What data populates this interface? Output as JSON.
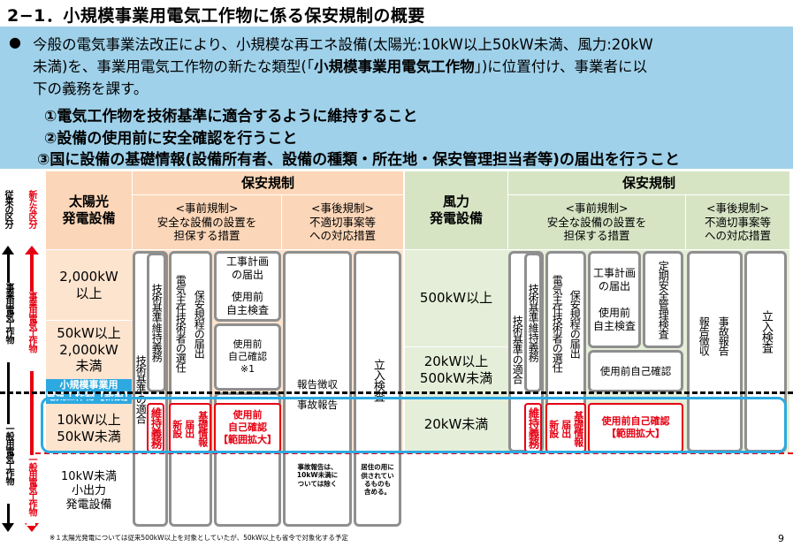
{
  "title": "2−1．小規模事業用電気工作物に係る保安規制の概要",
  "intro": {
    "bullet": "●",
    "line1": "今般の電気事業法改正により、小規模な再エネ設備(太陽光:10kW以上50kW未満、風力:20kW",
    "line2_a": "未満)を、事業用電気工作物の新たな類型(「",
    "line2_b": "小規模事業用電気工作物",
    "line2_c": "」)に位置付け、事業者に以",
    "line3": "下の義務を課す。",
    "obligations": [
      "①電気工作物を技術基準に適合するように維持すること",
      "②設備の使用前に安全確認を行うこと",
      "③国に設備の基礎情報(設備所有者、設備の種類・所在地・保安管理担当者等)の届出を行うこと"
    ]
  },
  "side": {
    "conventional": "従来の区分",
    "new": "新たな区分",
    "jigyo": "事業用電気工作物",
    "jigyo_red": "事業用電気工作物",
    "ippan": "一般用電気工作物",
    "ippan_red": "一般用電気工作物"
  },
  "solar": {
    "name": "太陽光\n発電設備",
    "hoan": "保安規制",
    "jizen": "<事前規制>\n安全な設備の設置を\n担保する措置",
    "jigo": "<事後規制>\n不適切事案等\nへの対応措置",
    "rows": [
      "2,000kW\n以上",
      "50kW以上\n2,000kW\n未満",
      "10kW以上\n50kW未満",
      "10kW未満\n小出力\n発電設備"
    ],
    "small_label": "小規模事業用\n電気工作物【新設】",
    "gijutsu_kijun": "技術基準維持義務",
    "gijutsu_kijun_low": "技術基準の適合",
    "denki_shunin": "電気主任技術者の選任",
    "hoan_kitei": "保安規程の届出",
    "koji_keikaku": "工事計画\nの届出",
    "shiyomae_jishu": "使用前\n自主検査",
    "shiyomae_jiko": "使用前\n自己確認\n※1",
    "hokoku": "報告徴収",
    "jiko_hokoku": "事故報告",
    "tachiiri": "立入検査",
    "iji_gimu": "維持義務",
    "shinsetsu": "新設",
    "todokede": "届出",
    "kiso_joho": "基礎情報",
    "shiyomae_red": "使用前\n自己確認\n【範囲拡大】",
    "jiko_note": "事故報告は、\n10kW未満に\nついては除く",
    "kyoju_note": "居住の用に\n供されてい\nるものも\n含める。"
  },
  "wind": {
    "name": "風力\n発電設備",
    "hoan": "保安規制",
    "jizen": "<事前規制>\n安全な設備の設置を\n担保する措置",
    "jigo": "<事後規制>\n不適切事案等\nへの対応措置",
    "rows": [
      "500kW以上",
      "20kW以上\n500kW未満",
      "20kW未満"
    ],
    "gijutsu_kijun": "技術基準の適合",
    "iji_gimu_top": "技術基準維持義務",
    "denki_shunin": "電気主任技術者の選任",
    "hoan_kitei": "保安規程の届出",
    "koji": "工事計画\nの届出\n\n使用前\n自主検査",
    "teiki": "定期安全管理検査",
    "shiyomae_jiko": "使用前自己確認",
    "hokoku": "報告徴収",
    "jiko_hokoku": "事故報告",
    "tachiiri": "立入検査",
    "iji_gimu": "維持義務",
    "shinsetsu": "新設",
    "todokede": "届出",
    "kiso_joho": "基礎情報",
    "shiyomae_red": "使用前自己確認\n【範囲拡大】"
  },
  "footnote": "※１太陽光発電については従来500kW以上を対象としていたが、50kW以上も省令で対象化する予定",
  "page_number": "9",
  "colors": {
    "blue_band": "#9fd1ea",
    "orange": "#fde4cf",
    "green": "#e5eed8",
    "red": "#e60012",
    "highlight": "#2da9e1"
  }
}
